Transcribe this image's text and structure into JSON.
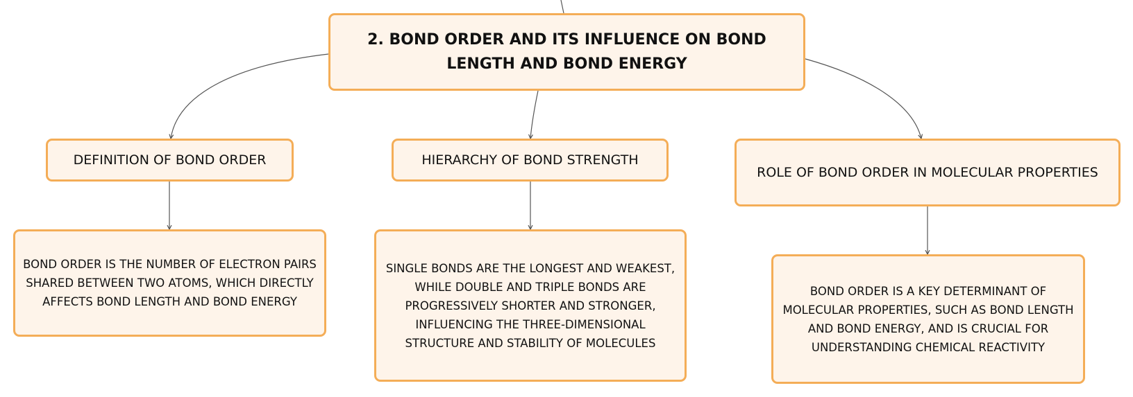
{
  "root": {
    "label": "2. BOND ORDER AND ITS INFLUENCE ON BOND LENGTH AND BOND ENERGY"
  },
  "topics": [
    {
      "label": "DEFINITION OF BOND ORDER",
      "detail": "BOND ORDER IS THE NUMBER OF ELECTRON PAIRS SHARED BETWEEN TWO ATOMS, WHICH DIRECTLY AFFECTS BOND LENGTH AND BOND ENERGY"
    },
    {
      "label": "HIERARCHY OF BOND STRENGTH",
      "detail": "SINGLE BONDS ARE THE LONGEST AND WEAKEST, WHILE DOUBLE AND TRIPLE BONDS ARE PROGRESSIVELY SHORTER AND STRONGER, INFLUENCING THE THREE-DIMENSIONAL STRUCTURE AND STABILITY OF MOLECULES"
    },
    {
      "label": "ROLE OF BOND ORDER IN MOLECULAR PROPERTIES",
      "detail": "BOND ORDER IS A KEY DETERMINANT OF MOLECULAR PROPERTIES, SUCH AS BOND LENGTH AND BOND ENERGY, AND IS CRUCIAL FOR UNDERSTANDING CHEMICAL REACTIVITY"
    }
  ],
  "colors": {
    "node_fill": "#fef4ea",
    "node_border": "#f4ad57",
    "connector": "#555555",
    "text": "#111111"
  }
}
